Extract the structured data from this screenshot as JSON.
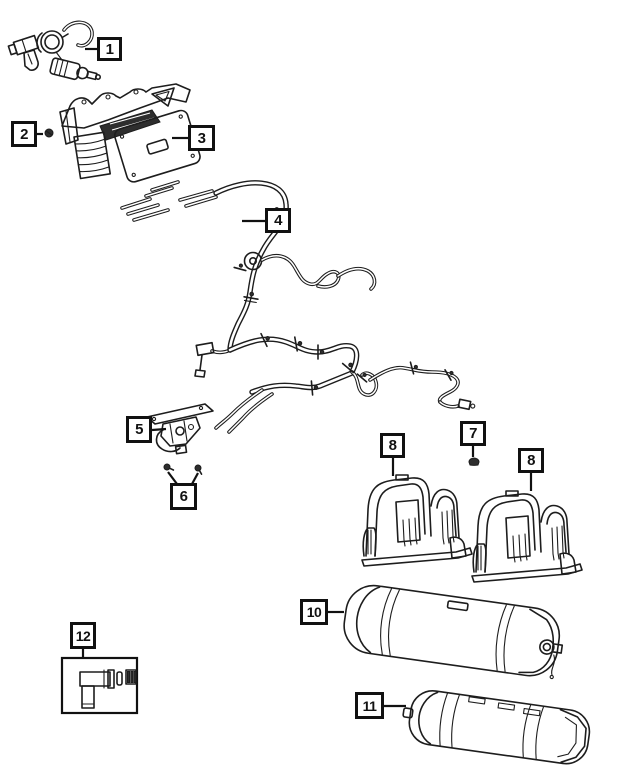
{
  "figure": {
    "background_color": "#ffffff",
    "line_color": "#1d1d1d",
    "callout_border_color": "#111111"
  },
  "callouts": [
    {
      "label": "1"
    },
    {
      "label": "2"
    },
    {
      "label": "3"
    },
    {
      "label": "4"
    },
    {
      "label": "5"
    },
    {
      "label": "6"
    },
    {
      "label": "7"
    },
    {
      "label": "8"
    },
    {
      "label": "8"
    },
    {
      "label": "10"
    },
    {
      "label": "11"
    },
    {
      "label": "12"
    }
  ]
}
